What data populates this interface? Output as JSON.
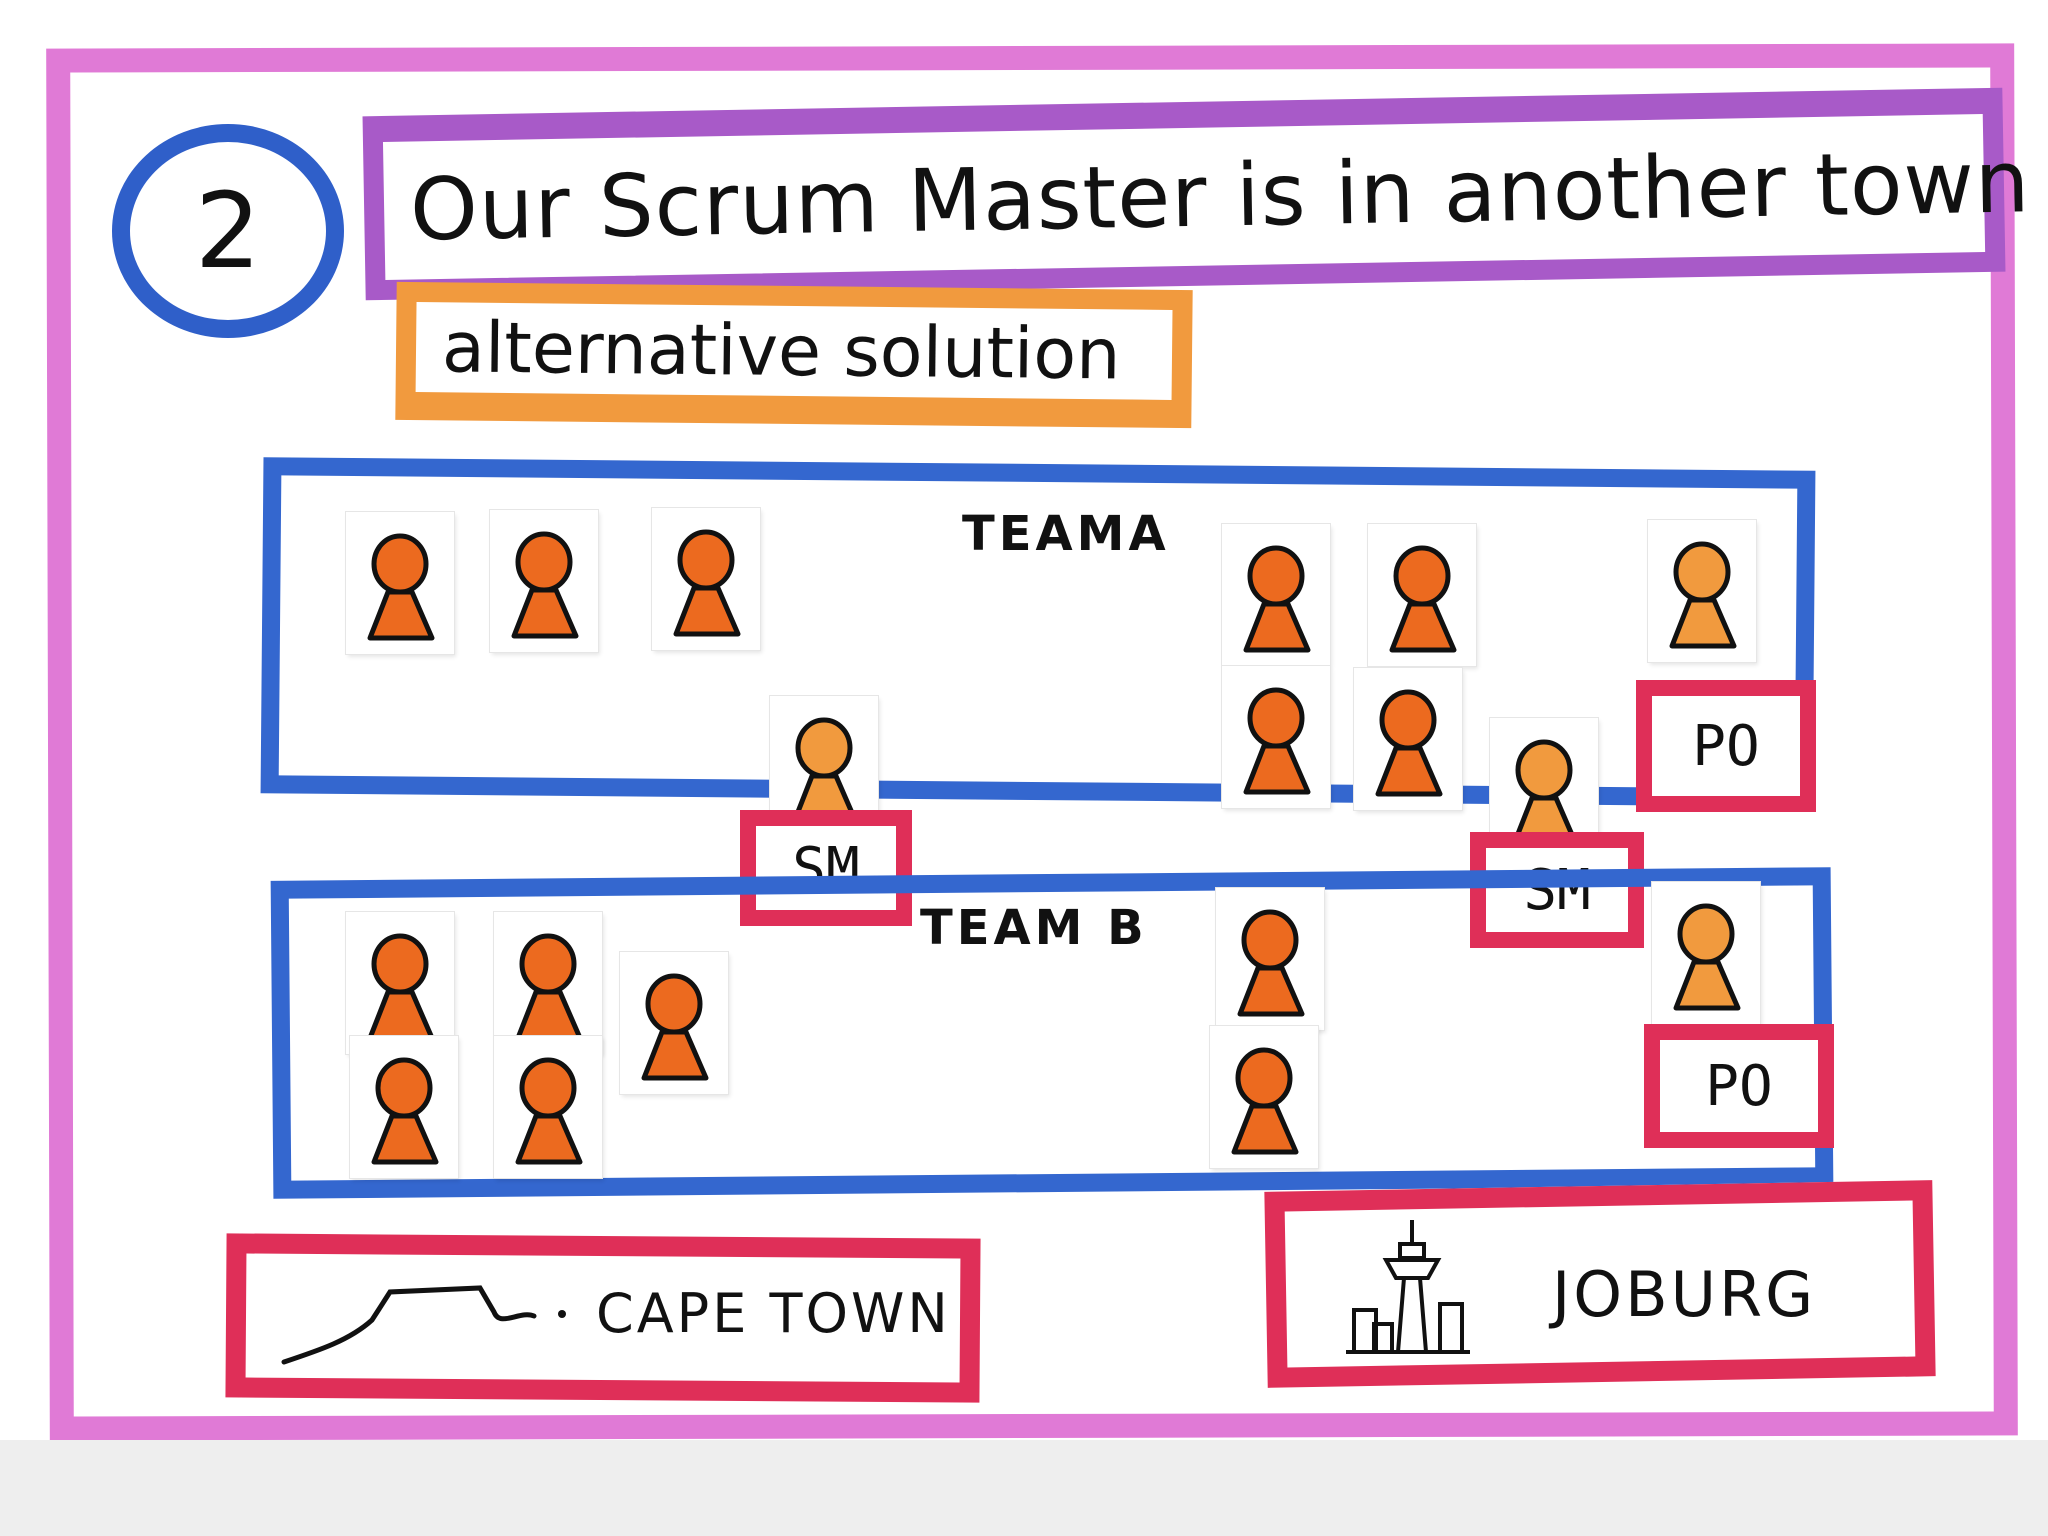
{
  "badge": {
    "number": "2"
  },
  "title": "Our Scrum Master is in another town",
  "subtitle": "alternative solution",
  "teams": [
    {
      "label": "TEAMA"
    },
    {
      "label": "TEAM B"
    }
  ],
  "roles": {
    "scrum_master": "SM",
    "product_owner": "PO"
  },
  "cities": [
    {
      "label": "CAPE TOWN",
      "icon": "table-mountain-icon"
    },
    {
      "label": "JOBURG",
      "icon": "hillbrow-tower-icon"
    }
  ],
  "colors": {
    "frame": "#e07ad6",
    "badge": "#2f5fc9",
    "title_box": "#a85ac8",
    "subtitle_box": "#f19a3e",
    "team_box": "#3467cf",
    "role_box": "#df2f58",
    "person_fill": "#ec6a1f"
  }
}
